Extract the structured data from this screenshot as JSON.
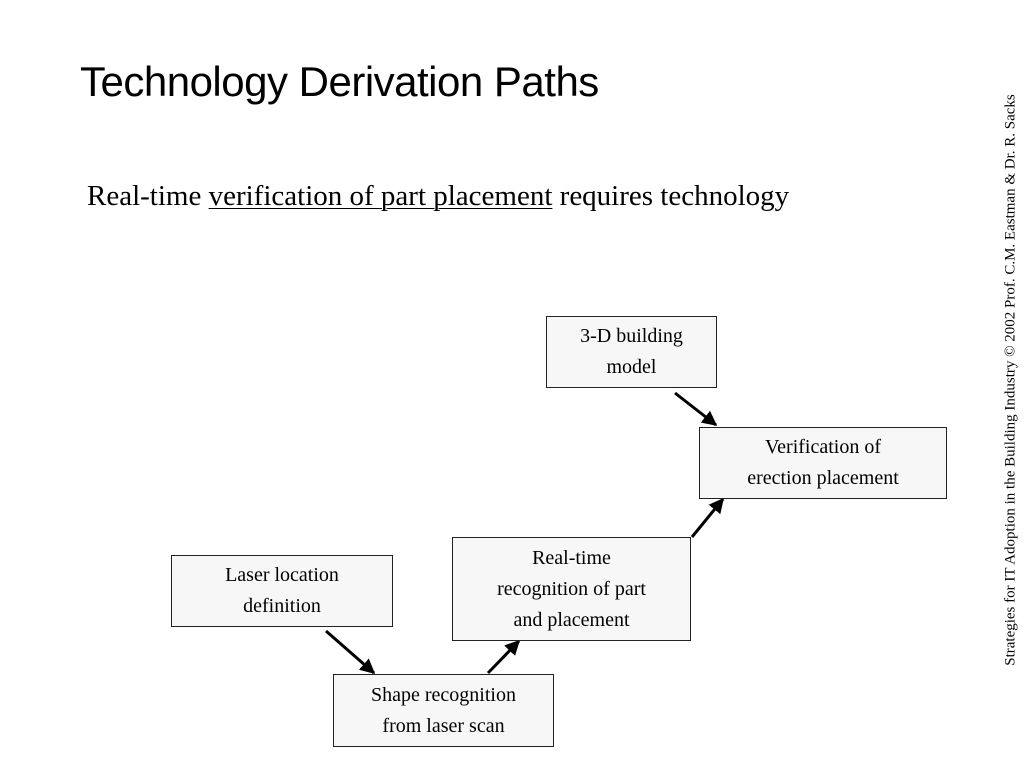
{
  "slide": {
    "title": "Technology Derivation Paths",
    "subtitle_pre": "Real-time ",
    "subtitle_underlined": "verification of part placement",
    "subtitle_post": " requires technology",
    "credit": "Strategies for IT Adoption in the Building Industry © 2002 Prof. C.M. Eastman  & Dr. R. Sacks"
  },
  "diagram": {
    "nodes": {
      "model": "3-D building\nmodel",
      "verification": "Verification of\nerection placement",
      "realtime": "Real-time\nrecognition of part\nand placement",
      "laser": "Laser location\ndefinition",
      "shape": "Shape recognition\nfrom laser scan"
    },
    "edges": [
      {
        "from": "3-D building model",
        "to": "Verification of erection placement"
      },
      {
        "from": "Laser location definition",
        "to": "Shape recognition from laser scan"
      },
      {
        "from": "Shape recognition from laser scan",
        "to": "Real-time recognition of part and placement"
      },
      {
        "from": "Real-time recognition of part and placement",
        "to": "Verification of erection placement"
      }
    ]
  }
}
